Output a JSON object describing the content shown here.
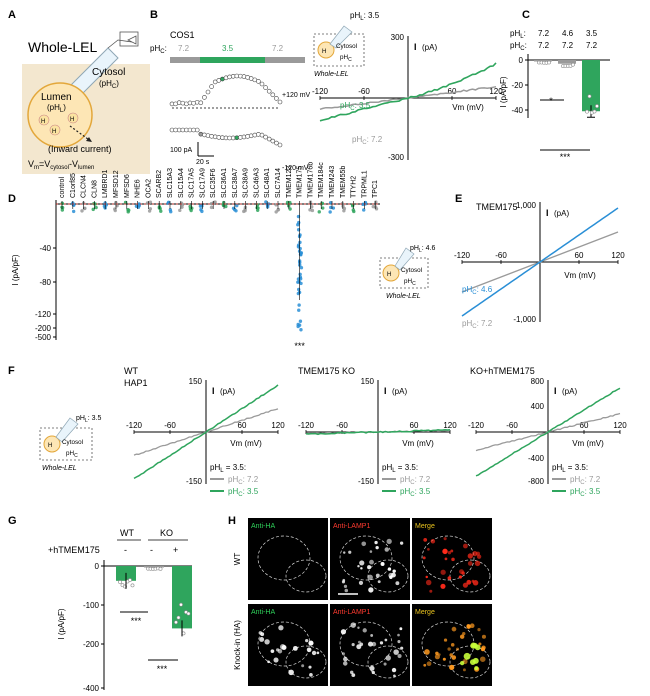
{
  "colors": {
    "green": "#2fa55d",
    "gray": "#9a9a9a",
    "blue": "#2a8fd6",
    "red": "#e0302a",
    "black": "#000000",
    "beige": "#f3e7cf"
  },
  "panel_labels": [
    "A",
    "B",
    "C",
    "D",
    "E",
    "F",
    "G",
    "H"
  ],
  "panel_a": {
    "title": "Whole-LEL",
    "cytosol": "Cytosol",
    "cytosol_sub": "(pH",
    "cytosol_sub2": "C",
    "lumen": "Lumen",
    "lumen_sub": "(pH",
    "lumen_sub2": "L",
    "ion": "H",
    "current": "(Inward current)",
    "eq_vm": "V",
    "eq_rest": "=V",
    "eq_c": "cytosol",
    "eq_minus": "-V",
    "eq_l": "lumen"
  },
  "panel_b": {
    "cell": "COS1",
    "phc_label": "pH",
    "phc_values": [
      "7.2",
      "3.5",
      "7.2"
    ],
    "phl": "pH",
    "phl_val": ": 3.5",
    "cytosol": "Cytosol",
    "phc_box": "pH",
    "whole_lel": "Whole-LEL",
    "plus120": "+120 mV",
    "minus120": "-120 mV",
    "scale_i": "100 pA",
    "scale_t": "20 s",
    "iv_label_green": "pH",
    "iv_label_green_val": ": 3.5",
    "iv_label_gray": "pH",
    "iv_label_gray_val": ": 7.2",
    "y_unit": "I",
    "y_unit2": "(pA)",
    "x_unit": "Vm (mV)",
    "ticks_y": [
      "300",
      "-300"
    ],
    "ticks_x": [
      "-120",
      "-60",
      "60",
      "120"
    ]
  },
  "panel_c": {
    "phl_row": "pH",
    "phl_vals": [
      "7.2",
      "4.6",
      "3.5"
    ],
    "phc_row": "pH",
    "phc_vals": [
      "7.2",
      "7.2",
      "7.2"
    ],
    "y_label": "I (pA/pF)",
    "ticks": [
      "0",
      "-20",
      "-40"
    ],
    "sig1": "*",
    "sig2": "***"
  },
  "panel_d": {
    "genes": [
      "control",
      "C1orf85",
      "CLCN4",
      "CLN8",
      "LMBRD1",
      "MFSD12",
      "MFSD6",
      "NHE6",
      "OCA2",
      "SCARB2",
      "SLC15A3",
      "SLC15A4",
      "SLC17A5",
      "SLC17A9",
      "SLC35F6",
      "SLC36A1",
      "SLC38A7",
      "SLC38A9",
      "SLC46A3",
      "SLC48A1",
      "SLC7A14",
      "TMEM123",
      "TMEM175",
      "TMEM176b",
      "TMEM184c",
      "TMEM243",
      "TMEM55b",
      "TTYH2",
      "TRPML1",
      "TPC1"
    ],
    "y_label": "I (pA/pF)",
    "ticks": [
      "-40",
      "-80",
      "-120",
      "-200",
      "-500"
    ],
    "sig": "***",
    "phl": "pH",
    "phl_val": ": 4.6",
    "cytosol": "Cytosol",
    "phc": "pH",
    "whole_lel": "Whole-LEL"
  },
  "panel_e": {
    "title": "TMEM175",
    "y_unit": "I",
    "y_unit2": "(pA)",
    "x_unit": "Vm (mV)",
    "ticks_y": [
      "1,000",
      "-1,000"
    ],
    "ticks_x": [
      "-120",
      "-60",
      "60",
      "120"
    ],
    "lab_blue": "pH",
    "lab_blue_val": ": 4.6",
    "lab_gray": "pH",
    "lab_gray_val": ": 7.2"
  },
  "panel_f": {
    "whole_lel": "Whole-LEL",
    "phl": "pH",
    "phl_val": ": 3.5",
    "cytosol": "Cytosol",
    "phc": "pH",
    "subpanels": [
      {
        "title": "WT",
        "title2": "HAP1",
        "ticks_y": [
          "150",
          "-150"
        ],
        "ticks_x": [
          "-120",
          "-60",
          "60",
          "120"
        ],
        "yticks_sub": [
          "",
          "",
          "",
          ""
        ]
      },
      {
        "title": "TMEM175 KO",
        "title2": "",
        "ticks_y": [
          "150",
          "-150"
        ],
        "ticks_x": [
          "-120",
          "-60",
          "60",
          "120"
        ]
      },
      {
        "title": "KO+hTMEM175",
        "title2": "",
        "ticks_y": [
          "800",
          "400",
          "-400",
          "-800"
        ],
        "ticks_x": [
          "-120",
          "-60",
          "60",
          "120"
        ]
      }
    ],
    "y_unit": "I",
    "y_unit2": "(pA)",
    "x_unit": "Vm (mV)",
    "legend_head": "pH",
    "legend_head_val": " = 3.5:",
    "legend_gray": "pH",
    "legend_gray_val": ": 7.2",
    "legend_green": "pH",
    "legend_green_val": ": 3.5"
  },
  "panel_g": {
    "wt": "WT",
    "ko": "KO",
    "row": "+hTMEM175",
    "signs": [
      "-",
      "-",
      "+"
    ],
    "y_label": "I (pA/pF)",
    "ticks": [
      "0",
      "-100",
      "-200",
      "-400"
    ],
    "sig": "***"
  },
  "panel_h": {
    "rows": [
      "WT",
      "Knock-in (HA)"
    ],
    "cols": [
      "Anti-HA",
      "Anti-LAMP1",
      "Merge"
    ]
  }
}
